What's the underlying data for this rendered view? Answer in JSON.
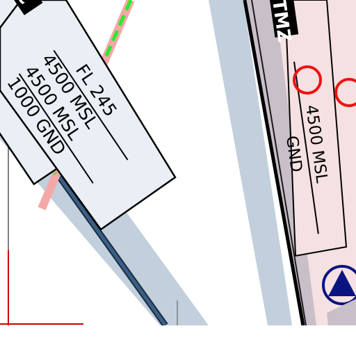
{
  "airspace_box_left": {
    "upper_limit": "FL 245",
    "lower_limit_1": "4500 MSL",
    "lower_limit_2": "4500 MSL",
    "lower_limit_3": "1000 GND"
  },
  "airspace_box_right": {
    "upper_limit": "4500 MSL",
    "lower_limit": "GND"
  },
  "zone_tags": {
    "left_tag": "C",
    "right_tag": "TMZ"
  },
  "colors": {
    "airway_band": "#c2cfdc",
    "tmz_fill": "#f5e1e1",
    "tmz_band": "#c8bfc8",
    "route_line": "#3a5f86",
    "boundary_dash": "#2ee82e",
    "boundary_pink": "#f4a8a8",
    "obstacle_ring": "#ee1111",
    "navaid": "#0a1480",
    "border": "#cc0000"
  },
  "icons": [
    "obstacle-ring-icon",
    "navaid-triangle-icon"
  ]
}
